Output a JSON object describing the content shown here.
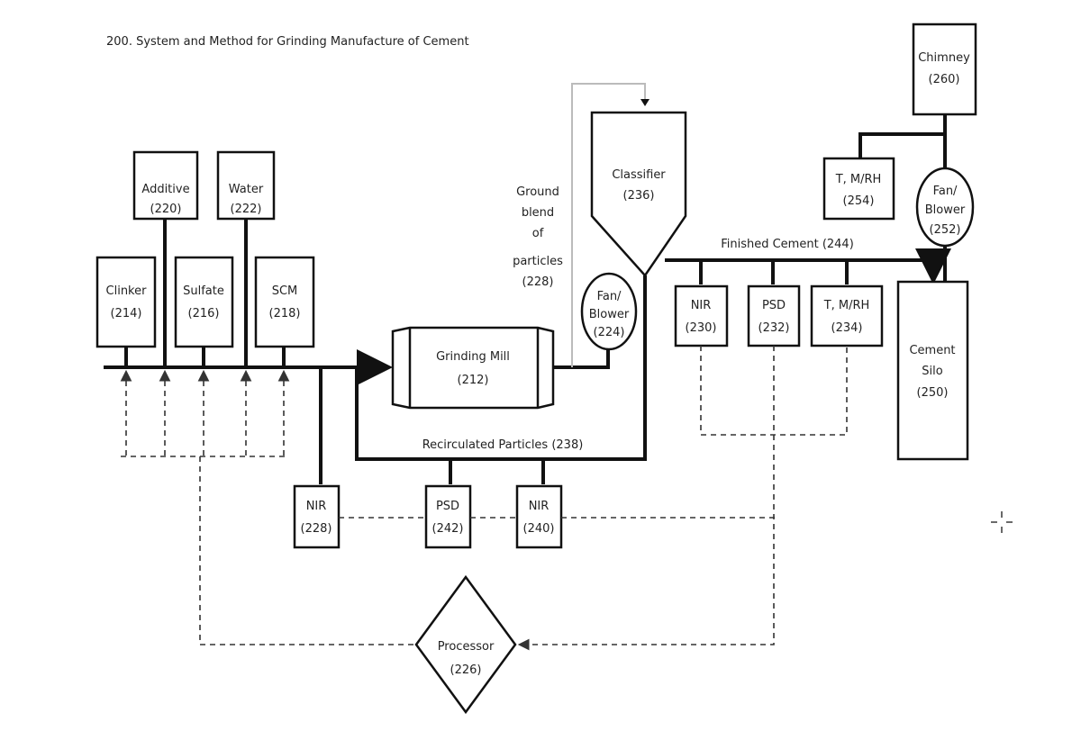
{
  "title": "200. System and Method for Grinding Manufacture of Cement",
  "nodes": {
    "clinker": {
      "name": "Clinker",
      "ref": "(214)"
    },
    "additive": {
      "name": "Additive",
      "ref": "(220)"
    },
    "sulfate": {
      "name": "Sulfate",
      "ref": "(216)"
    },
    "water": {
      "name": "Water",
      "ref": "(222)"
    },
    "scm": {
      "name": "SCM",
      "ref": "(218)"
    },
    "grinding_mill": {
      "name": "Grinding Mill",
      "ref": "(212)"
    },
    "fan_blower_224": {
      "name1": "Fan/",
      "name2": "Blower",
      "ref": "(224)"
    },
    "classifier": {
      "name": "Classifier",
      "ref": "(236)"
    },
    "nir_230": {
      "name": "NIR",
      "ref": "(230)"
    },
    "psd_232": {
      "name": "PSD",
      "ref": "(232)"
    },
    "tmrh_234": {
      "name": "T, M/RH",
      "ref": "(234)"
    },
    "cement_silo": {
      "name1": "Cement",
      "name2": "Silo",
      "ref": "(250)"
    },
    "fan_blower_252": {
      "name1": "Fan/",
      "name2": "Blower",
      "ref": "(252)"
    },
    "tmrh_254": {
      "name": "T, M/RH",
      "ref": "(254)"
    },
    "chimney": {
      "name": "Chimney",
      "ref": "(260)"
    },
    "nir_228": {
      "name": "NIR",
      "ref": "(228)"
    },
    "psd_242": {
      "name": "PSD",
      "ref": "(242)"
    },
    "nir_240": {
      "name": "NIR",
      "ref": "(240)"
    },
    "processor": {
      "name": "Processor",
      "ref": "(226)"
    }
  },
  "labels": {
    "ground_blend": [
      "Ground",
      "blend",
      "of",
      "particles",
      "(228)"
    ],
    "finished_cement": "Finished Cement (244)",
    "recirculated": "Recirculated Particles (238)"
  },
  "cursor_icon": "crosshair-icon"
}
